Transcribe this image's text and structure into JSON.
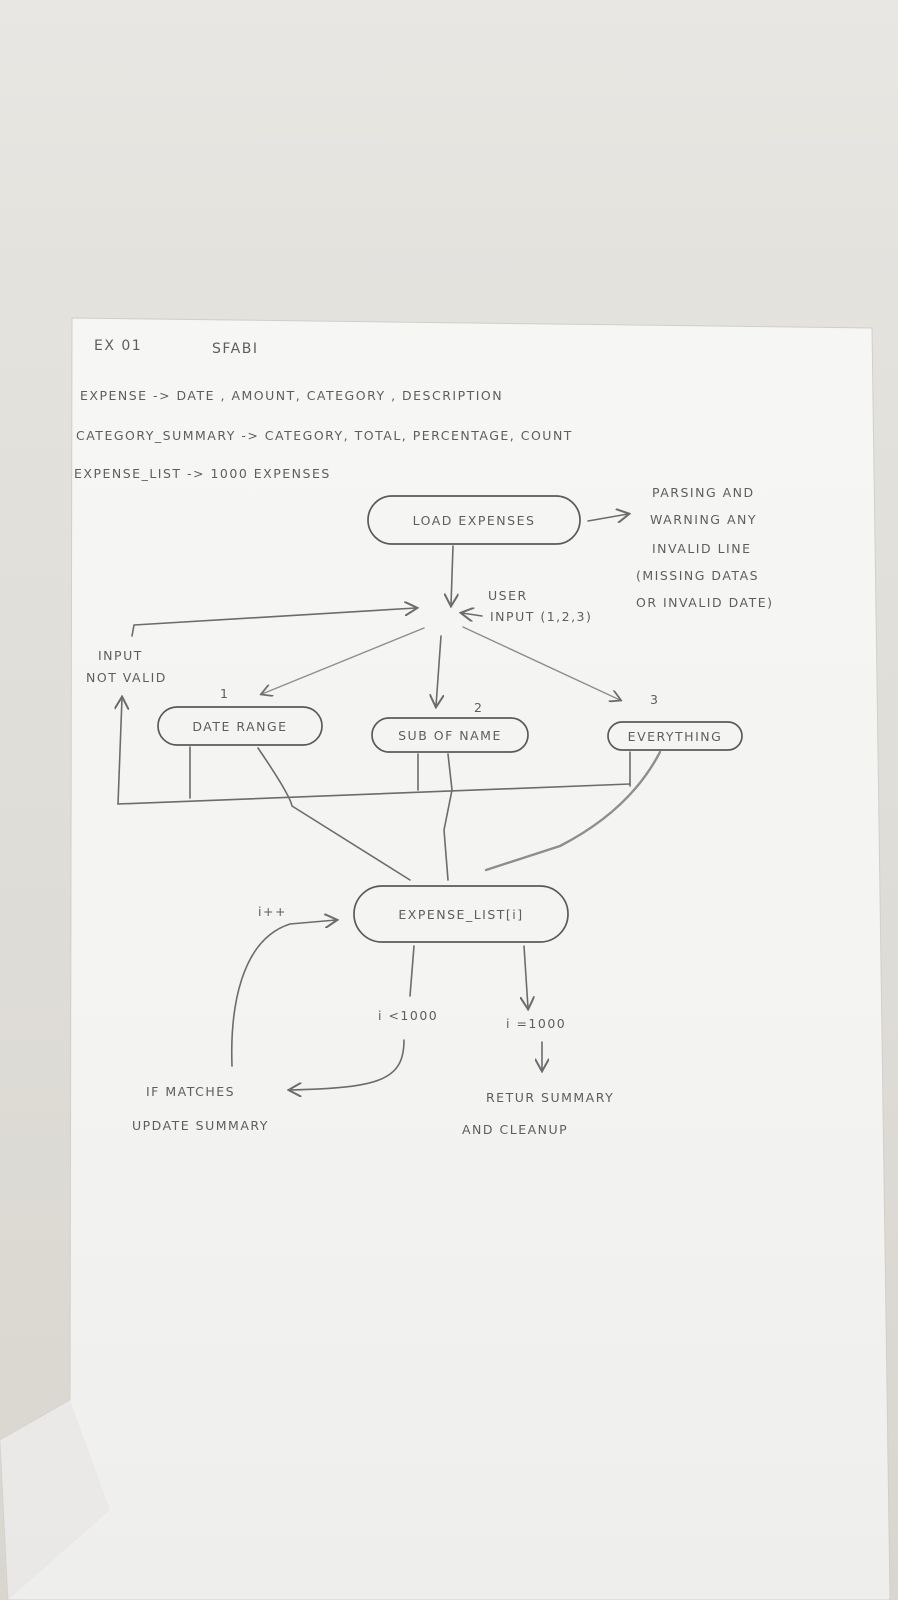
{
  "header": {
    "code": "EX 01",
    "name": "SFABI"
  },
  "definitions": [
    "EXPENSE -> DATE , AMOUNT, CATEGORY , DESCRIPTION",
    "CATEGORY_SUMMARY -> CATEGORY, TOTAL, PERCENTAGE, COUNT",
    "EXPENSE_LIST -> 1000 EXPENSES"
  ],
  "nodes": {
    "load": "LOAD EXPENSES",
    "date_range": "DATE RANGE",
    "sub_name": "SUB OF NAME",
    "everything": "EVERYTHING",
    "expense_list": "EXPENSE_LIST[i]"
  },
  "annotations": {
    "parsing": [
      "PARSING AND",
      "WARNING ANY",
      "INVALID LINE",
      "(MISSING DATAS",
      "OR INVALID DATE)"
    ],
    "user_input": [
      "USER",
      "INPUT (1,2,3)"
    ],
    "input_not_valid": [
      "INPUT",
      "NOT VALID"
    ],
    "option_1": "1",
    "option_2": "2",
    "option_3": "3",
    "increment": "i++",
    "lt": "i <1000",
    "eq": "i =1000",
    "if_matches": [
      "IF MATCHES",
      "UPDATE SUMMARY"
    ],
    "return": [
      "RETUR SUMMARY",
      "AND CLEANUP"
    ]
  }
}
